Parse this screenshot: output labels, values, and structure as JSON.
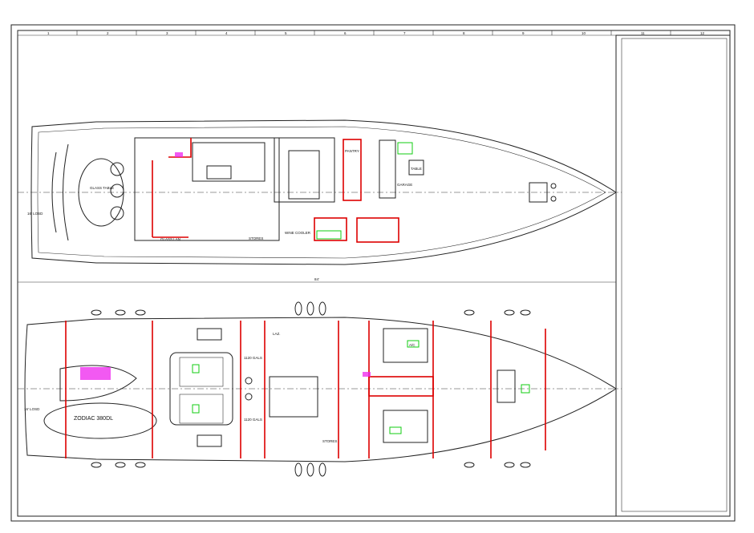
{
  "drawing": {
    "ruler_numbers": [
      "1",
      "2",
      "3",
      "4",
      "5",
      "6",
      "7",
      "8",
      "9",
      "10",
      "11",
      "12"
    ],
    "overall_length": "84'",
    "upper_deck": {
      "labels": {
        "glass_table": "GLASS TABLE",
        "loa_left": "16' LOSD",
        "wine_cooler": "WINE COOLER",
        "stores": "STORES",
        "glass_lan": "GLASS LAN.",
        "pantry": "PANTRY",
        "table": "TABLE",
        "garage": "GARAGE"
      }
    },
    "lower_deck": {
      "labels": {
        "tender": "ZODIAC 380DL",
        "loa_left": "16' LOSD",
        "fuel_port": "1120 GALS",
        "fuel_stbd": "1120 GALS",
        "stores": "STORES",
        "ac": "A/C",
        "laz": "LAZ."
      }
    },
    "colors": {
      "bulkhead": "#dd0000",
      "equipment": "#11cc11",
      "electrical": "#ee22ee",
      "notes": "#1a2fd6"
    }
  }
}
